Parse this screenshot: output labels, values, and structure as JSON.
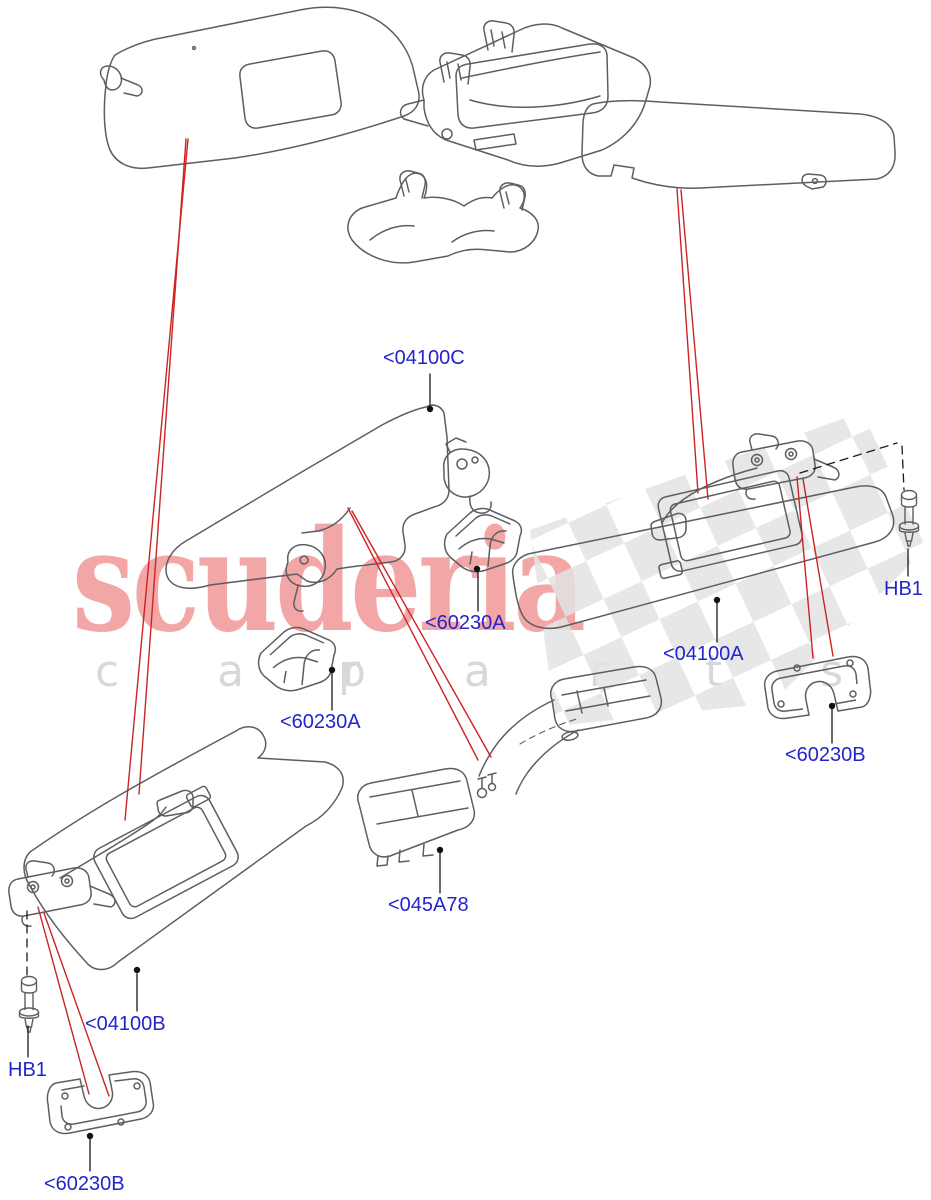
{
  "page": {
    "background": "#ffffff",
    "type": "exploded-parts-diagram",
    "subject": "sun visors and headlining components"
  },
  "colors": {
    "label_blue": "#2424cc",
    "part_line_gray": "#5d5e60",
    "leader_black": "#1a1a1a",
    "red_locator_line": "#cc2323",
    "watermark_pink": "#f2a6a6",
    "watermark_gray": "#d8d8d8",
    "checker_gray": "#e3e3e3"
  },
  "watermark": {
    "brand": "scuderia",
    "tagline_left": "c a r",
    "tagline_right": "p a r t s"
  },
  "labels": {
    "l04100C": {
      "text": "<04100C"
    },
    "l60230A_upper": {
      "text": "<60230A"
    },
    "l04100A": {
      "text": "<04100A"
    },
    "hb1_right": {
      "text": "HB1"
    },
    "l60230B_right": {
      "text": "<60230B"
    },
    "l60230A_lower": {
      "text": "<60230A"
    },
    "l045A78": {
      "text": "<045A78"
    },
    "l04100B": {
      "text": "<04100B"
    },
    "hb1_left": {
      "text": "HB1"
    },
    "l60230B_left": {
      "text": "<60230B"
    }
  }
}
